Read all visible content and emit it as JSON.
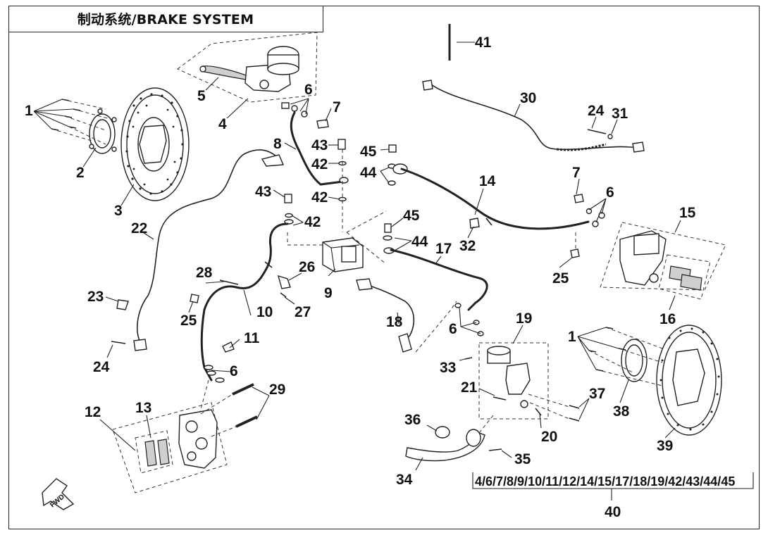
{
  "title": "制动系统/BRAKE SYSTEM",
  "fwd_label": "FWD",
  "callouts": {
    "c1a": "1",
    "c1b": "1",
    "c2": "2",
    "c3": "3",
    "c4": "4",
    "c5": "5",
    "c6a": "6",
    "c6b": "6",
    "c6c": "6",
    "c6d": "6",
    "c7a": "7",
    "c7b": "7",
    "c8": "8",
    "c9": "9",
    "c10": "10",
    "c11": "11",
    "c12": "12",
    "c13": "13",
    "c14": "14",
    "c15": "15",
    "c16": "16",
    "c17": "17",
    "c18": "18",
    "c19": "19",
    "c20": "20",
    "c21": "21",
    "c22": "22",
    "c23": "23",
    "c24a": "24",
    "c24b": "24",
    "c25a": "25",
    "c25b": "25",
    "c26": "26",
    "c27": "27",
    "c28": "28",
    "c29": "29",
    "c30": "30",
    "c31": "31",
    "c32": "32",
    "c33": "33",
    "c34": "34",
    "c35": "35",
    "c36": "36",
    "c37": "37",
    "c38": "38",
    "c39": "39",
    "c40": "40",
    "c41": "41",
    "c42a": "42",
    "c42b": "42",
    "c42c": "42",
    "c43a": "43",
    "c43b": "43",
    "c44a": "44",
    "c44b": "44",
    "c45a": "45",
    "c45b": "45"
  },
  "kit_list": "4/6/7/8/9/10/11/12/14/15/17/18/19/42/43/44/45"
}
